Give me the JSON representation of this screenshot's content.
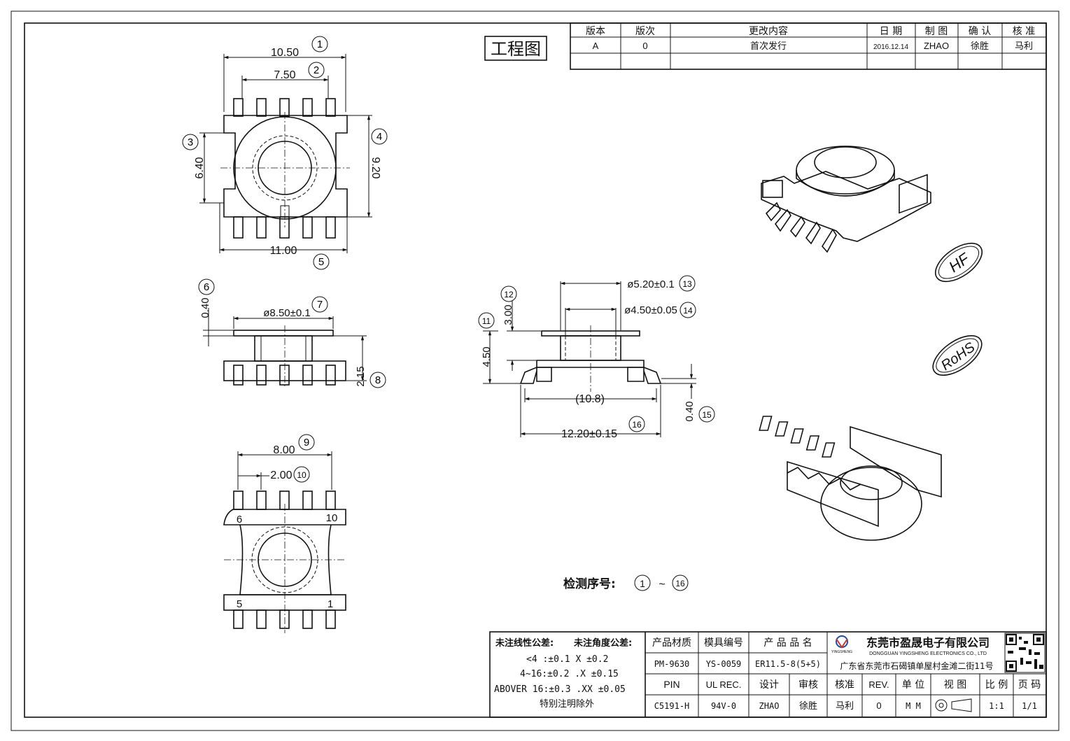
{
  "title_label": "工程图",
  "revision_table": {
    "headers": [
      "版本",
      "版次",
      "更改内容",
      "日 期",
      "制 图",
      "确 认",
      "核 准"
    ],
    "rows": [
      [
        "A",
        "0",
        "首次发行",
        "2016.12.14",
        "ZHAO",
        "徐胜",
        "马利"
      ]
    ]
  },
  "dimensions": {
    "d1": "10.50",
    "d2": "7.50",
    "d3": "6.40",
    "d4": "9.20",
    "d5": "11.00",
    "d6": "0.40",
    "d7": "ø8.50±0.1",
    "d8": "2.15",
    "d9": "8.00",
    "d10": "2.00",
    "d11": "4.50",
    "d12": "3.00",
    "d13": "ø5.20±0.1",
    "d14": "ø4.50±0.05",
    "d15": "0.40",
    "d16": "12.20±0.15",
    "d_ref": "(10.8)"
  },
  "balloons": [
    "1",
    "2",
    "3",
    "4",
    "5",
    "6",
    "7",
    "8",
    "9",
    "10",
    "11",
    "12",
    "13",
    "14",
    "15",
    "16"
  ],
  "pin_labels": {
    "tl": "6",
    "tr": "10",
    "bl": "5",
    "br": "1"
  },
  "inspection": {
    "label": "检测序号:",
    "from": "1",
    "sep": "~",
    "to": "16"
  },
  "stamps": {
    "hf": "HF",
    "rohs": "RoHS"
  },
  "tolerance": {
    "header_linear": "未注线性公差:",
    "header_angle": "未注角度公差:",
    "row1": "<4 :±0.1  X ±0.2",
    "row2": "4~16:±0.2  .X ±0.15",
    "row3": "ABOVER 16:±0.3  .XX ±0.05",
    "row4": "特别注明除外"
  },
  "title_block": {
    "material_label": "产品材质",
    "mold_label": "模具编号",
    "product_label": "产 品 品 名",
    "material": "PM-9630",
    "mold": "YS-0059",
    "product": "ER11.5-8(5+5)",
    "pin_label": "PIN",
    "ul_label": "UL REC.",
    "design_label": "设计",
    "review_label": "审核",
    "approve_label": "核准",
    "rev_label": "REV.",
    "unit_label": "单 位",
    "view_label": "视 图",
    "scale_label": "比 例",
    "page_label": "页 码",
    "pin": "C5191-H",
    "ul": "94V-0",
    "design": "ZHAO",
    "review": "徐胜",
    "approve": "马利",
    "rev": "0",
    "unit": "M M",
    "scale": "1:1",
    "page": "1/1",
    "company_cn": "东莞市盈晟电子有限公司",
    "company_en": "DONGGUAN YINGSHENG ELECTRONICS CO., LTD",
    "address": "广东省东莞市石碣镇单屋村金滩二街11号",
    "logo_text": "YINGSHENG"
  }
}
